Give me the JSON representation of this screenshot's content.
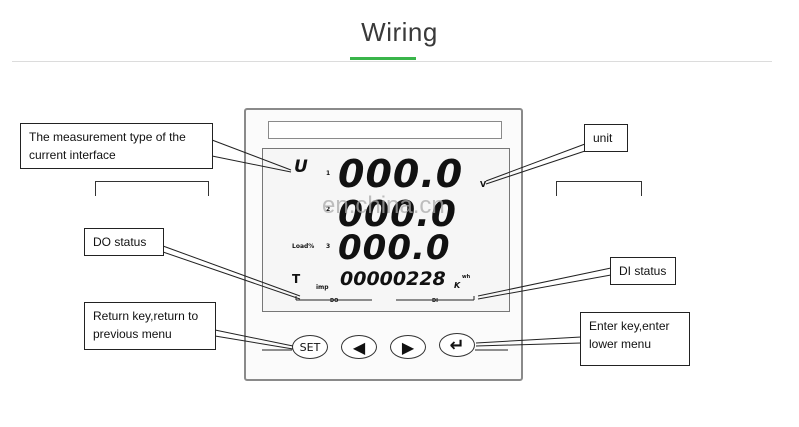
{
  "title": "Wiring",
  "labels": {
    "measurement_type": "The measurement type of the current interface",
    "unit": "unit",
    "do_status": "DO status",
    "di_status": "DI status",
    "return_key": "Return key,return to previous menu",
    "enter_key": "Enter key,enter lower menu"
  },
  "display": {
    "symbol_u": "U",
    "row1_index": "1",
    "row1_value": "000.0",
    "row1_unit": "V",
    "row2_index": "2",
    "row2_value": "000.0",
    "row3_label": "Load%",
    "row3_index": "3",
    "row3_value": "000.0",
    "symbol_t": "T",
    "energy_label": "imp",
    "energy_value": "00000228",
    "energy_unit": "K",
    "energy_unit_sup": "wh",
    "do_label": "DO",
    "di_label": "DI"
  },
  "buttons": {
    "set": "SET",
    "left": "◀",
    "right": "▶",
    "enter": "↵"
  },
  "watermark": "en.china.cn"
}
